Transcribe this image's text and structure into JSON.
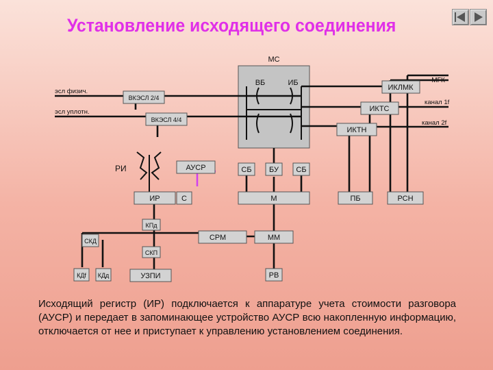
{
  "title": "Установление исходящего соединения",
  "nav": {
    "prev_icon": "play-reverse-icon",
    "next_icon": "play-icon"
  },
  "diagram": {
    "ms": "МС",
    "vb": "ВБ",
    "ib": "ИБ",
    "iklmk": "ИКЛМК",
    "mgk": "МГК",
    "kanal1": "канал 1f",
    "kanal2": "канал 2f",
    "iktc": "ИКТС",
    "iktn": "ИКТН",
    "esl_fiz": "эсл физич.",
    "esl_uplotn": "эсл уплотн.",
    "vkesl24": "ВКЭСЛ 2/4",
    "vkesl44": "ВКЭСЛ 4/4",
    "ri": "РИ",
    "ausr": "АУСР",
    "sb1": "СБ",
    "bu": "БУ",
    "sb2": "СБ",
    "ir": "ИР",
    "c": "С",
    "m": "М",
    "pb": "ПБ",
    "rsn": "РСН",
    "kpd": "КПд",
    "srm": "СРМ",
    "mm": "ММ",
    "skd": "СКД",
    "skp": "СКП",
    "kdf": "КДf",
    "kdd": "КДд",
    "uzpi": "УЗПИ",
    "rv": "РВ"
  },
  "description": "Исходящий регистр (ИР) подключается к аппаратуре учета стоимости разговора (АУСР) и передает в запоминающее устройство АУСР всю накопленную информацию, отключается от нее и приступает к управлению установлением соединения.",
  "colors": {
    "title": "#e030e8",
    "ausr_link": "#d040f0"
  }
}
